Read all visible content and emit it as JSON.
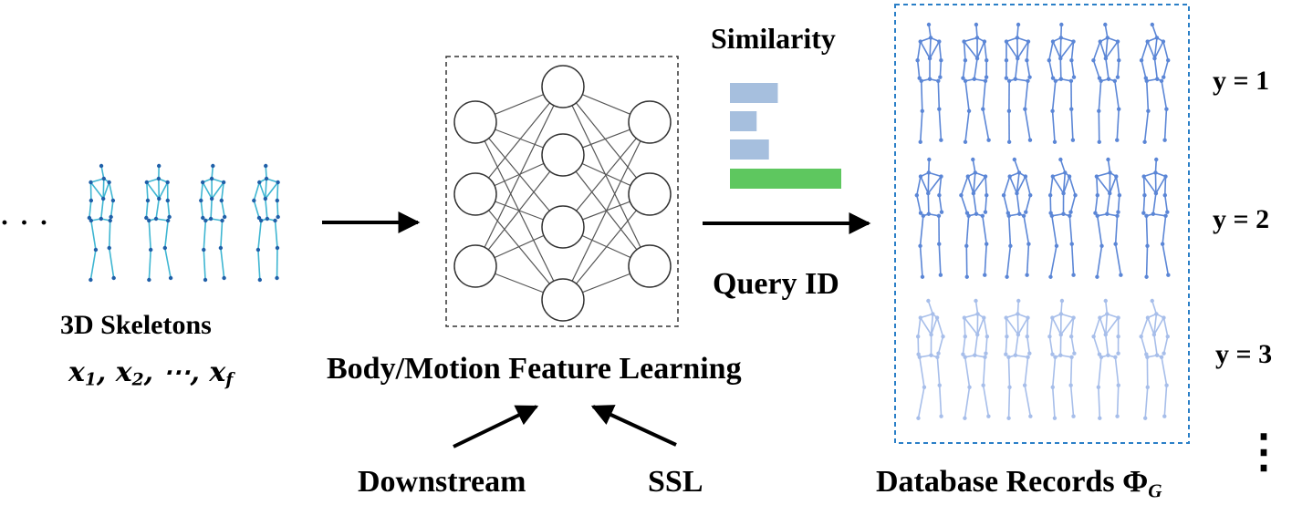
{
  "input": {
    "ellipsis": "· · ·",
    "label": "3D Skeletons",
    "seq_symbol": "x",
    "seq_subscripts": [
      "1",
      "2",
      "f"
    ],
    "seq_separator": ", ",
    "seq_dots": "⋯",
    "skeleton_color": "#3fb6d2",
    "joint_color": "#1f5fa8"
  },
  "model": {
    "label": "Body/Motion Feature Learning",
    "layers": [
      3,
      4,
      3
    ],
    "node_color": "#ffffff",
    "edge_color": "#555555"
  },
  "training": {
    "downstream_label": "Downstream",
    "ssl_label": "SSL"
  },
  "similarity": {
    "label": "Similarity",
    "bars": [
      {
        "value": 0.43,
        "color": "#a6bfde"
      },
      {
        "value": 0.24,
        "color": "#a6bfde"
      },
      {
        "value": 0.35,
        "color": "#a6bfde"
      },
      {
        "value": 1.0,
        "color": "#5ec75f"
      }
    ]
  },
  "query": {
    "label": "Query ID"
  },
  "database": {
    "label": "Database Records Φ",
    "label_subscript": "G",
    "border_color": "#2a7fc7",
    "rows": [
      {
        "label": "y = 1",
        "color": "#5b86d6",
        "opacity": 1.0
      },
      {
        "label": "y = 2",
        "color": "#5b86d6",
        "opacity": 1.0
      },
      {
        "label": "y = 3",
        "color": "#8aa9e3",
        "opacity": 0.75
      }
    ],
    "more": "⋮",
    "per_row": 6
  }
}
